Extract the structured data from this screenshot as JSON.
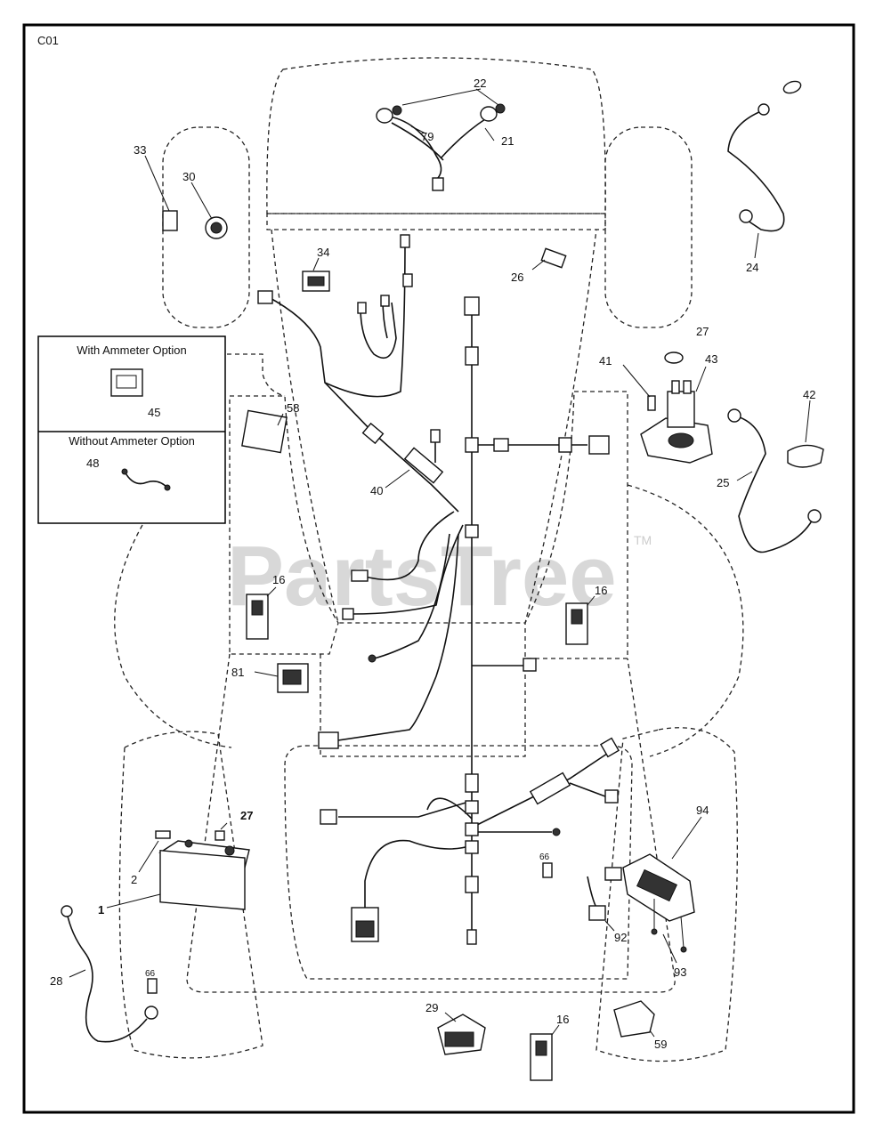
{
  "page_code": "C01",
  "watermark": {
    "text": "PartsTree",
    "mark": "TM"
  },
  "inset": {
    "with_title": "With Ammeter Option",
    "without_title": "Without Ammeter Option",
    "with_part": "45",
    "without_part": "48"
  },
  "callouts": {
    "c22": "22",
    "c79": "79",
    "c21": "21",
    "c33": "33",
    "c30": "30",
    "c24": "24",
    "c34": "34",
    "c26": "26",
    "c27a": "27",
    "c41": "41",
    "c43": "43",
    "c42": "42",
    "c58": "58",
    "c40": "40",
    "c25": "25",
    "c16a": "16",
    "c16b": "16",
    "c81": "81",
    "c94": "94",
    "c27b": "27",
    "c2": "2",
    "c1": "1",
    "c66a": "66",
    "c92": "92",
    "c93": "93",
    "c28": "28",
    "c66b": "66",
    "c29": "29",
    "c16c": "16",
    "c59": "59"
  }
}
